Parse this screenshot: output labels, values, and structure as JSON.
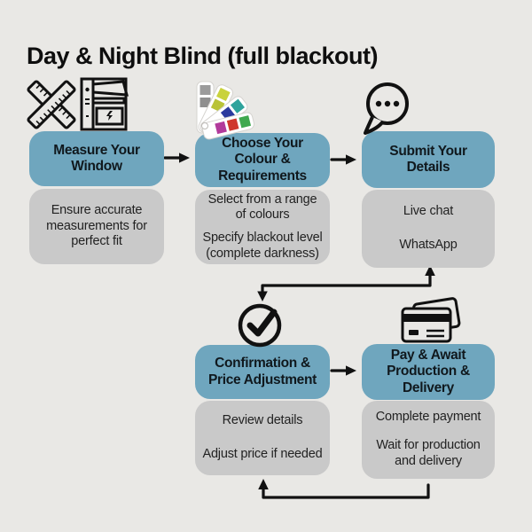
{
  "title": "Day & Night Blind (full blackout)",
  "colors": {
    "background": "#e9e8e5",
    "step_fill": "#6fa6be",
    "detail_fill": "#c9c9c9",
    "line": "#111111",
    "swatch_colors": [
      "#9b9b9b",
      "#8f8f8f",
      "#c9d23c",
      "#b9c337",
      "#2fa39c",
      "#2b3a9e",
      "#3fa84e",
      "#cf372d",
      "#b23a9b"
    ]
  },
  "steps": [
    {
      "icon": "ruler-and-window-icon",
      "title": "Measure Your Window",
      "details": [
        "Ensure accurate measurements for perfect fit"
      ]
    },
    {
      "icon": "colour-swatch-fan-icon",
      "title": "Choose Your Colour & Requirements",
      "details": [
        "Select from a range of colours",
        "Specify blackout level (complete darkness)"
      ]
    },
    {
      "icon": "chat-bubble-icon",
      "title": "Submit Your Details",
      "details": [
        "Live chat",
        "WhatsApp"
      ]
    },
    {
      "icon": "check-circle-icon",
      "title": "Confirmation & Price Adjustment",
      "details": [
        "Review details",
        "Adjust price if needed"
      ]
    },
    {
      "icon": "credit-card-icon",
      "title": "Pay & Await Production & Delivery",
      "details": [
        "Complete payment",
        "Wait for production and delivery"
      ]
    }
  ]
}
